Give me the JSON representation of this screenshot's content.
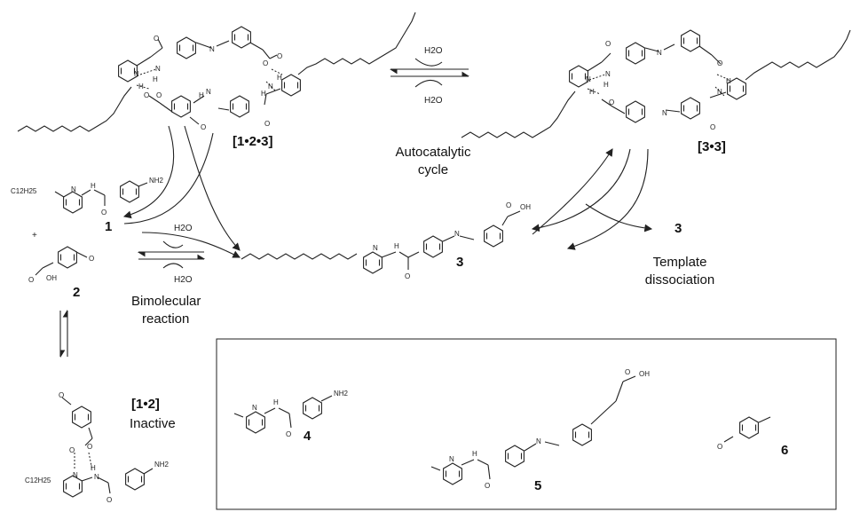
{
  "complexes": {
    "ternary": "[1•2•3]",
    "template_dimer": "[3•3]",
    "binary": "[1•2]"
  },
  "labels": {
    "autocatalytic_line1": "Autocatalytic",
    "autocatalytic_line2": "cycle",
    "bimolecular_line1": "Bimolecular",
    "bimolecular_line2": "reaction",
    "template_line1": "Template",
    "template_line2": "dissociation",
    "inactive": "Inactive"
  },
  "compounds": {
    "c1": "1",
    "c2": "2",
    "c3": "3",
    "c3b": "3",
    "c4": "4",
    "c5": "5",
    "c6": "6"
  },
  "atoms": {
    "water": "H2O",
    "plus": "+",
    "alkyl": "C12H25",
    "N": "N",
    "H": "H",
    "O": "O",
    "OH": "OH",
    "NH2": "NH2"
  }
}
